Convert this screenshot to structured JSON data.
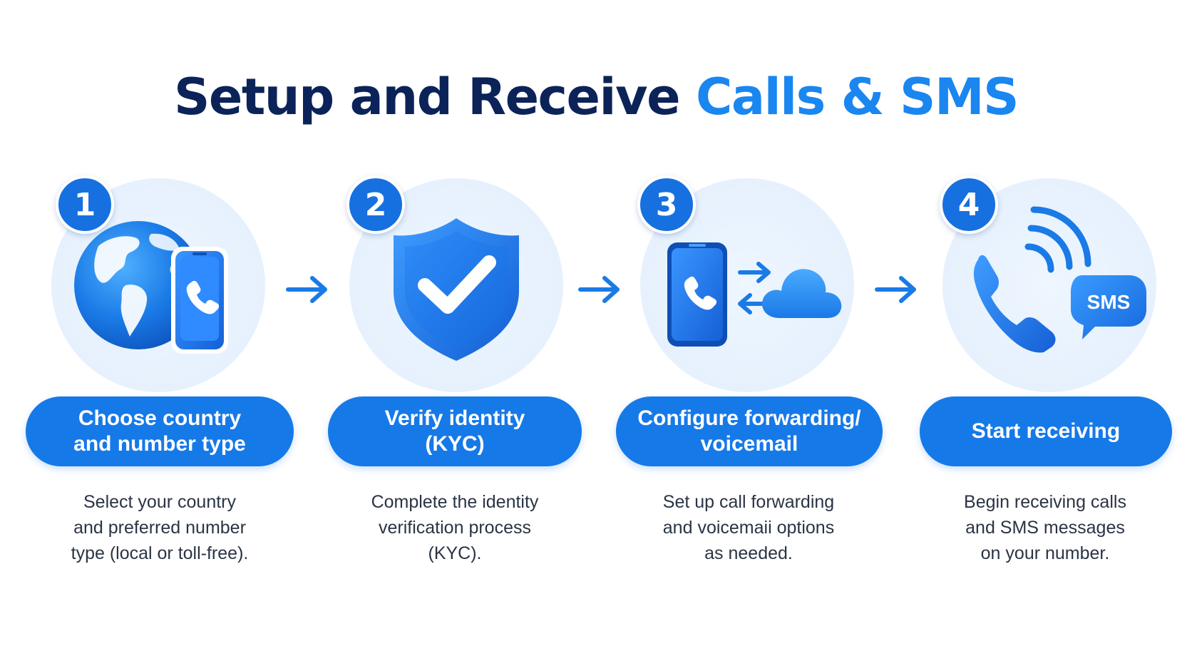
{
  "title": {
    "main": "Setup and Receive ",
    "accent": "Calls & SMS"
  },
  "colors": {
    "navy": "#0b2358",
    "accent": "#1a86f0",
    "pill": "#1679e8",
    "badge": "#1670e0",
    "circle_bg": "#e6f1fd"
  },
  "steps": [
    {
      "number": "1",
      "label": "Choose country\nand number type",
      "description": "Select your country\nand preferred number\ntype (local or toll-free).",
      "icon": "globe-phone-icon"
    },
    {
      "number": "2",
      "label": "Verify identity\n(KYC)",
      "description": "Complete the identity\nverification process\n(KYC).",
      "icon": "shield-check-icon"
    },
    {
      "number": "3",
      "label": "Configure forwarding/\nvoicemail",
      "description": "Set up call forwarding\nand voicemaii options\nas needed.",
      "icon": "phone-cloud-icon"
    },
    {
      "number": "4",
      "label": "Start receiving",
      "description": "Begin receiving calls\nand SMS messages\non your number.",
      "icon": "phone-sms-icon",
      "bubble_text": "SMS"
    }
  ]
}
